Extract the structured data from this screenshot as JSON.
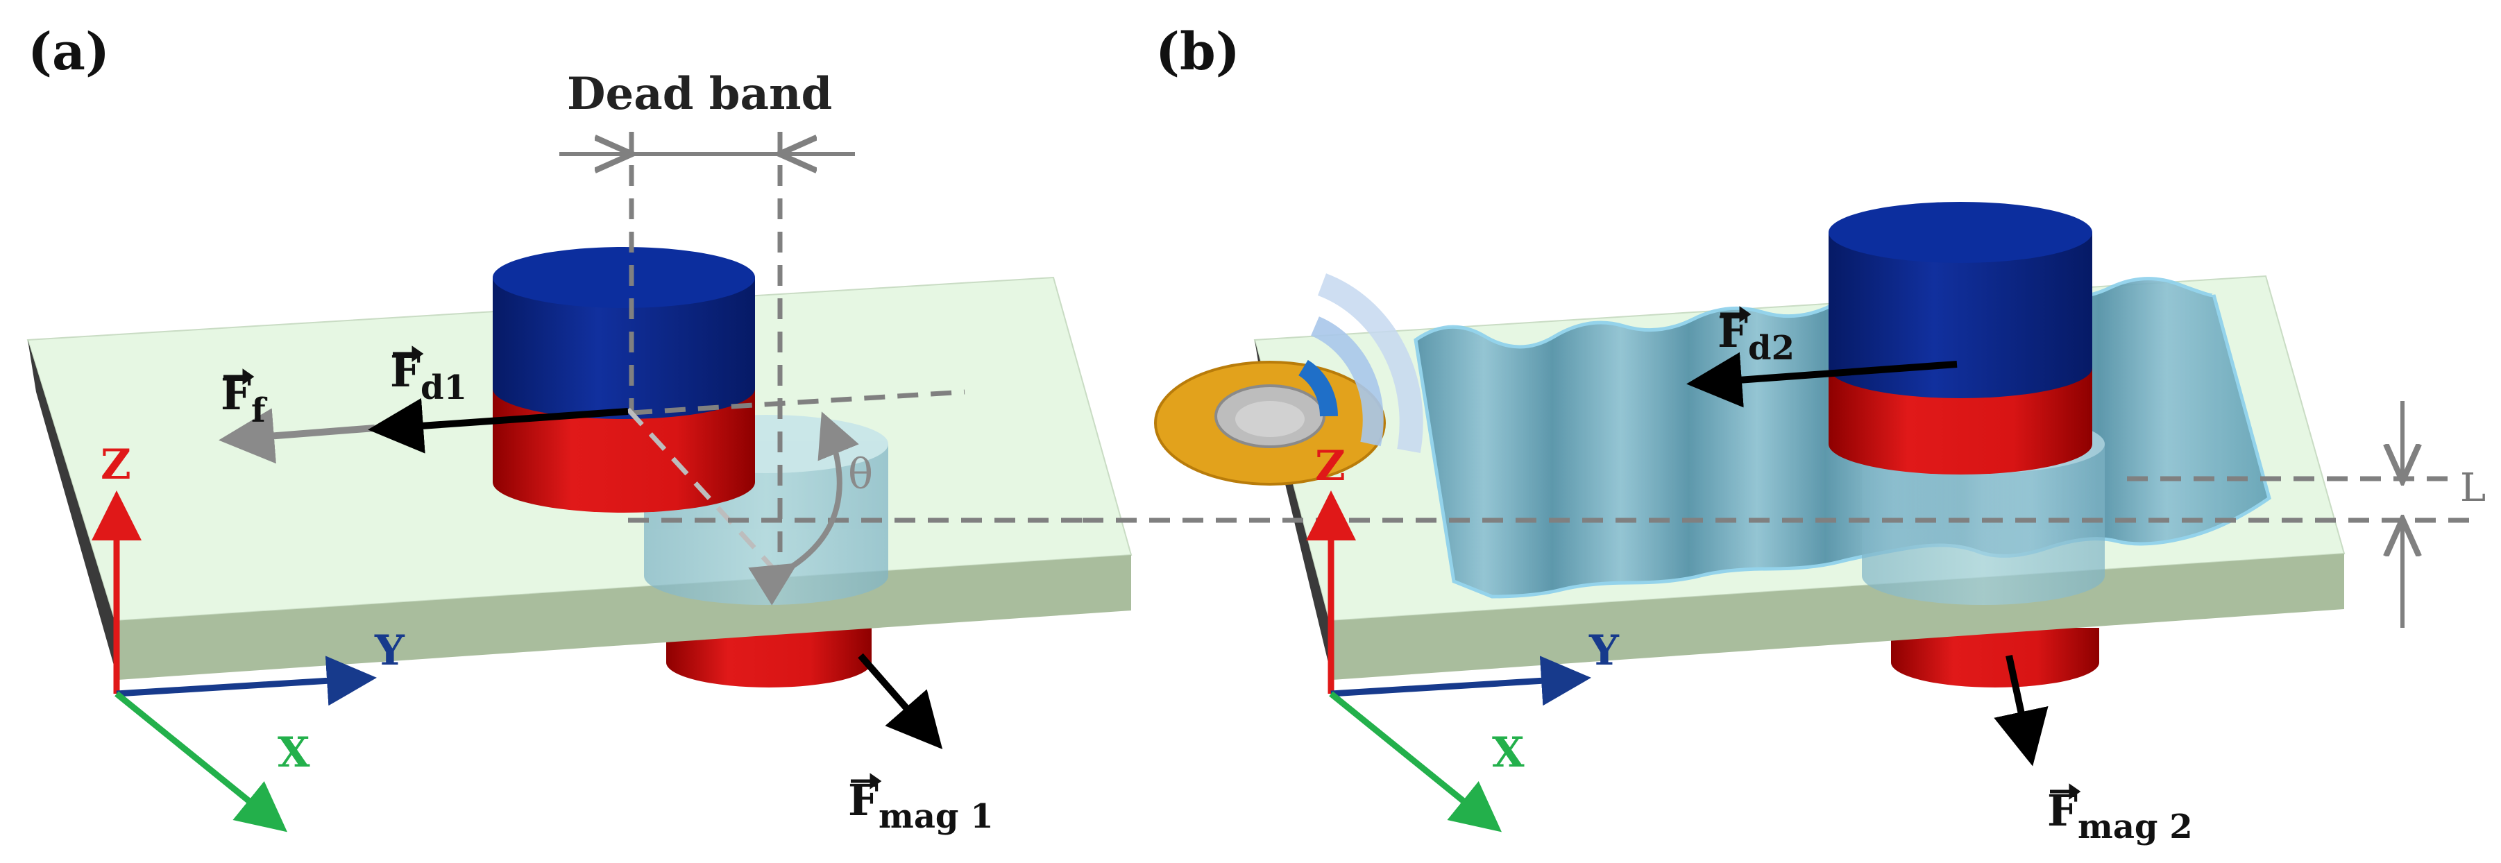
{
  "panels": {
    "a": {
      "label": "(a)",
      "dead_band_label": "Dead band",
      "angle_label": "θ",
      "axes": {
        "z": "Z",
        "y": "Y",
        "x": "X"
      },
      "forces": {
        "friction": {
          "main": "F",
          "sub": "f"
        },
        "drag": {
          "main": "F",
          "sub": "d1"
        },
        "magnetic": {
          "main": "F",
          "sub": "mag 1"
        }
      }
    },
    "b": {
      "label": "(b)",
      "height_label": "L",
      "axes": {
        "z": "Z",
        "y": "Y",
        "x": "X"
      },
      "forces": {
        "drag": {
          "main": "F",
          "sub": "d2"
        },
        "magnetic": {
          "main": "F",
          "sub": "mag 2"
        }
      }
    }
  },
  "colors": {
    "plate_top": "#e6f7e3",
    "plate_front": "#a9bd9d",
    "plate_edge": "#3a3a3a",
    "magnet_north": "#0c2e9e",
    "magnet_south": "#cf1111",
    "water": "#5f9fb4",
    "axis_z": "#e01818",
    "axis_y": "#173a8c",
    "axis_x": "#23b04b",
    "dashed": "#808080",
    "sensor_ring": "#e2a21c"
  }
}
